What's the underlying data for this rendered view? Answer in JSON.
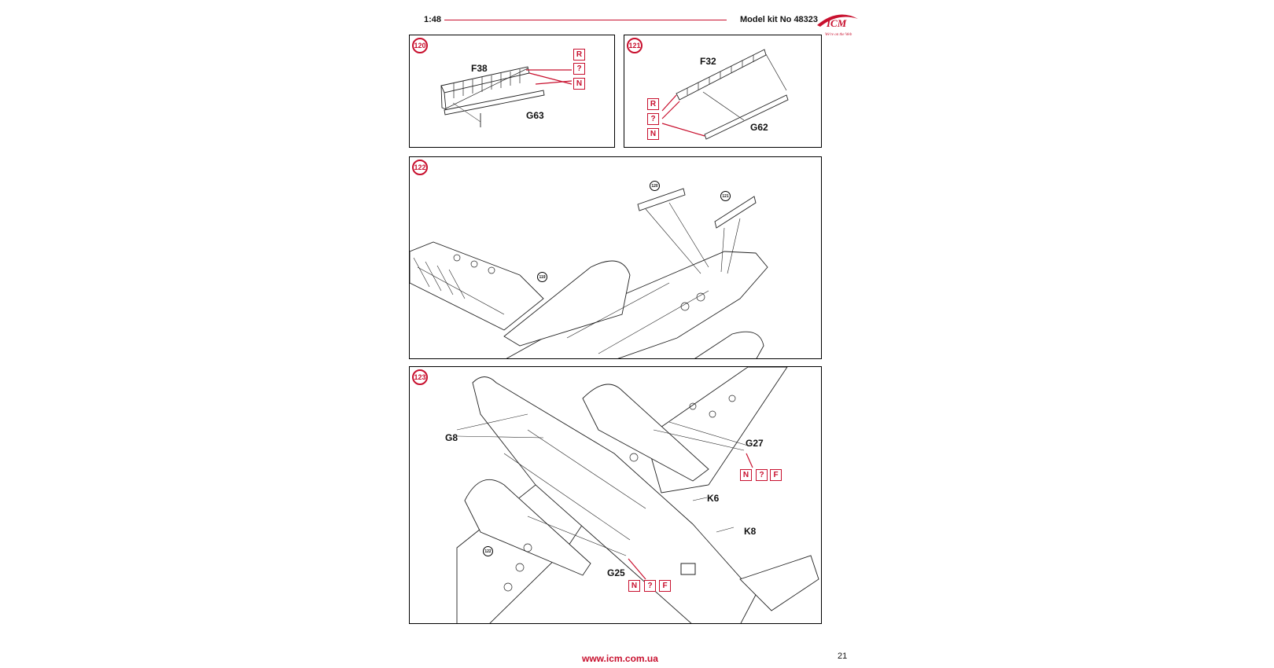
{
  "header": {
    "scale": "1:48",
    "kit": "Model kit No 48323",
    "logo_text": "ICM",
    "logo_tagline": "We're on the Web",
    "accent_color": "#c8102e"
  },
  "panels": {
    "p120": {
      "step": "120",
      "parts": [
        "F38",
        "G63"
      ],
      "badges": [
        "R",
        "?",
        "N"
      ]
    },
    "p121": {
      "step": "121",
      "parts": [
        "F32",
        "G62"
      ],
      "badges": [
        "R",
        "?",
        "N"
      ]
    },
    "p122": {
      "step": "122",
      "refs": [
        "120",
        "121",
        "119"
      ]
    },
    "p123": {
      "step": "123",
      "parts": [
        "G8",
        "G27",
        "K6",
        "K8",
        "G25"
      ],
      "badges_g27": [
        "N",
        "?",
        "F"
      ],
      "badges_g25": [
        "N",
        "?",
        "F"
      ],
      "refs": [
        "122"
      ]
    }
  },
  "footer": {
    "url": "www.icm.com.ua",
    "page": "21"
  }
}
